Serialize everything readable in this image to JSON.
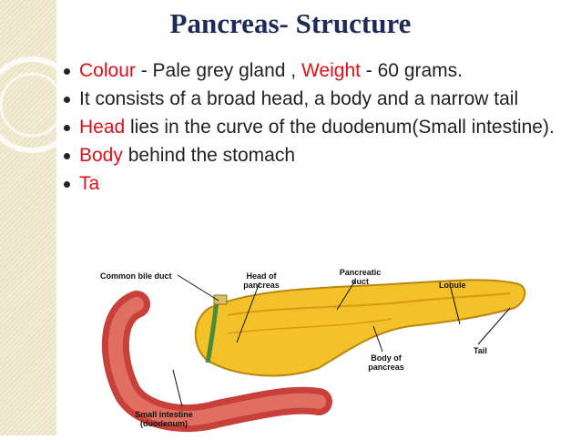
{
  "title": "Pancreas- Structure",
  "bullets": [
    {
      "b1_red1": "Colour",
      "b1_t1": " - Pale grey gland , ",
      "b1_red2": "Weight",
      "b1_t2": " - 60 grams."
    },
    {
      "text": "It consists of a broad head, a body and a narrow tail"
    },
    {
      "red": "Head",
      "text": " lies in the curve of the duodenum(Small intestine)."
    },
    {
      "red": "Body",
      "text": " behind the stomach"
    },
    {
      "red": "Ta",
      "text": ""
    }
  ],
  "figure": {
    "labels": {
      "common_bile_duct": "Common bile duct",
      "head_of_pancreas": "Head of pancreas",
      "pancreatic_duct": "Pancreatic duct",
      "lobule": "Lobule",
      "tail": "Tail",
      "body_of_pancreas": "Body of pancreas",
      "small_intestine": "Small intestine (duodenum)"
    }
  }
}
